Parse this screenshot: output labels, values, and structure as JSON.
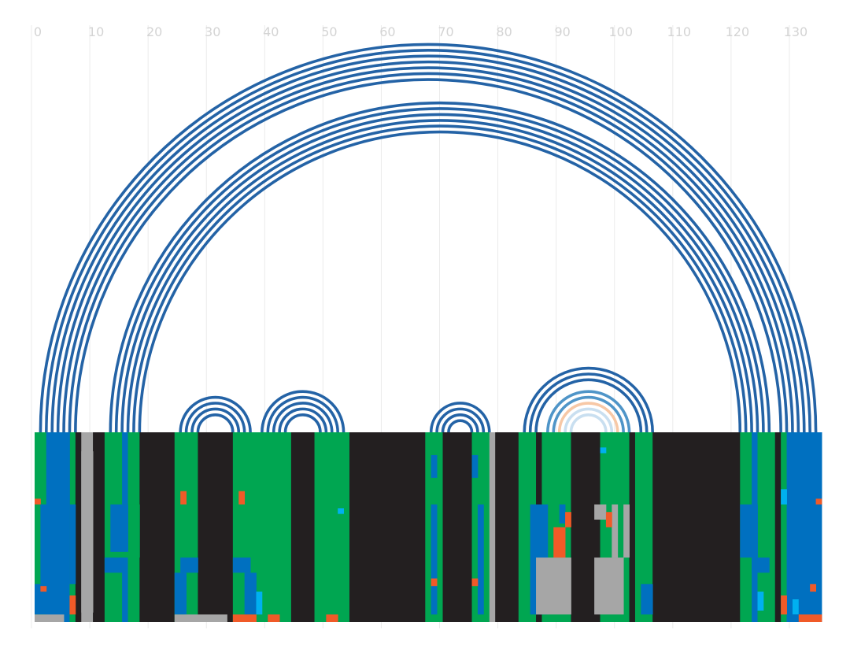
{
  "chart_data": {
    "type": "arc-diagram",
    "title": "",
    "xlabel": "",
    "ylabel": "",
    "x_range": [
      0,
      135
    ],
    "ticks": [
      0,
      10,
      20,
      30,
      40,
      50,
      60,
      70,
      80,
      90,
      100,
      110,
      120,
      130
    ],
    "tick_labels": [
      "0",
      "10",
      "20",
      "30",
      "40",
      "50",
      "60",
      "70",
      "80",
      "90",
      "100",
      "110",
      "120",
      "130"
    ],
    "grid": true,
    "colors": {
      "ruler_text": "#d4d4d4",
      "grid": "#ebebeb",
      "arc_strong": "#2463a6",
      "arc_medium": "#4f95c8",
      "arc_light": "#c9dff0",
      "arc_orange": "#f7c8a6",
      "track_green": "#00a651",
      "track_black": "#231f20",
      "track_blue": "#0070c0",
      "track_gray": "#a6a6a6",
      "track_orange": "#f05a28",
      "track_cyan": "#00b0f0"
    },
    "arc_groups": [
      {
        "start": 1,
        "end": 134,
        "count": 7,
        "color": "arc_strong"
      },
      {
        "start": 13,
        "end": 126,
        "count": 6,
        "color": "arc_strong"
      },
      {
        "start": 25,
        "end": 37,
        "count": 4,
        "color": "arc_strong"
      },
      {
        "start": 39,
        "end": 53,
        "count": 5,
        "color": "arc_strong"
      },
      {
        "start": 68,
        "end": 78,
        "count": 4,
        "color": "arc_strong"
      },
      {
        "start": 84,
        "end": 106,
        "count": 3,
        "color": "arc_strong"
      },
      {
        "start": 88,
        "end": 102,
        "count": 1,
        "color": "arc_medium"
      },
      {
        "start": 89,
        "end": 101,
        "count": 1,
        "color": "arc_medium"
      },
      {
        "start": 90,
        "end": 100,
        "count": 1,
        "color": "arc_orange"
      },
      {
        "start": 91,
        "end": 99,
        "count": 1,
        "color": "arc_light"
      },
      {
        "start": 92,
        "end": 98,
        "count": 1,
        "color": "arc_light"
      }
    ],
    "track": {
      "columns": [
        {
          "from": 0,
          "to": 2,
          "color": "track_green"
        },
        {
          "from": 2,
          "to": 6,
          "color": "track_blue"
        },
        {
          "from": 6,
          "to": 7,
          "color": "track_green"
        },
        {
          "from": 7,
          "to": 8,
          "color": "track_black"
        },
        {
          "from": 8,
          "to": 10,
          "color": "track_gray"
        },
        {
          "from": 10,
          "to": 12,
          "color": "track_black"
        },
        {
          "from": 12,
          "to": 15,
          "color": "track_green"
        },
        {
          "from": 15,
          "to": 16,
          "color": "track_blue"
        },
        {
          "from": 16,
          "to": 18,
          "color": "track_green"
        },
        {
          "from": 18,
          "to": 24,
          "color": "track_black"
        },
        {
          "from": 24,
          "to": 28,
          "color": "track_green"
        },
        {
          "from": 28,
          "to": 34,
          "color": "track_black"
        },
        {
          "from": 34,
          "to": 44,
          "color": "track_green"
        },
        {
          "from": 44,
          "to": 48,
          "color": "track_black"
        },
        {
          "from": 48,
          "to": 54,
          "color": "track_green"
        },
        {
          "from": 54,
          "to": 67,
          "color": "track_black"
        },
        {
          "from": 67,
          "to": 70,
          "color": "track_green"
        },
        {
          "from": 70,
          "to": 75,
          "color": "track_black"
        },
        {
          "from": 75,
          "to": 78,
          "color": "track_green"
        },
        {
          "from": 78,
          "to": 79,
          "color": "track_gray"
        },
        {
          "from": 79,
          "to": 83,
          "color": "track_black"
        },
        {
          "from": 83,
          "to": 86,
          "color": "track_green"
        },
        {
          "from": 86,
          "to": 87,
          "color": "track_black"
        },
        {
          "from": 87,
          "to": 92,
          "color": "track_green"
        },
        {
          "from": 92,
          "to": 97,
          "color": "track_black"
        },
        {
          "from": 97,
          "to": 102,
          "color": "track_green"
        },
        {
          "from": 102,
          "to": 103,
          "color": "track_black"
        },
        {
          "from": 103,
          "to": 106,
          "color": "track_green"
        },
        {
          "from": 106,
          "to": 121,
          "color": "track_black"
        },
        {
          "from": 121,
          "to": 123,
          "color": "track_green"
        },
        {
          "from": 123,
          "to": 124,
          "color": "track_blue"
        },
        {
          "from": 124,
          "to": 127,
          "color": "track_green"
        },
        {
          "from": 127,
          "to": 128,
          "color": "track_black"
        },
        {
          "from": 128,
          "to": 129,
          "color": "track_green"
        },
        {
          "from": 129,
          "to": 131,
          "color": "track_blue"
        },
        {
          "from": 131,
          "to": 135,
          "color": "track_blue"
        }
      ],
      "patches": [
        {
          "x": 2,
          "w": 4,
          "y": 0.0,
          "h": 0.38,
          "color": "track_blue"
        },
        {
          "x": 131,
          "w": 4,
          "y": 0.0,
          "h": 0.38,
          "color": "track_blue"
        },
        {
          "x": 0,
          "w": 1,
          "y": 0.35,
          "h": 0.03,
          "color": "track_orange"
        },
        {
          "x": 134,
          "w": 1,
          "y": 0.35,
          "h": 0.03,
          "color": "track_orange"
        },
        {
          "x": 1,
          "w": 1,
          "y": 0.38,
          "h": 0.42,
          "color": "track_blue"
        },
        {
          "x": 6,
          "w": 1,
          "y": 0.38,
          "h": 0.42,
          "color": "track_blue"
        },
        {
          "x": 13,
          "w": 5,
          "y": 0.38,
          "h": 0.28,
          "color": "track_green"
        },
        {
          "x": 13,
          "w": 3,
          "y": 0.38,
          "h": 0.25,
          "color": "track_blue"
        },
        {
          "x": 12,
          "w": 3,
          "y": 0.66,
          "h": 0.08,
          "color": "track_blue"
        },
        {
          "x": 0,
          "w": 2,
          "y": 0.8,
          "h": 0.16,
          "color": "track_blue"
        },
        {
          "x": 1,
          "w": 1,
          "y": 0.81,
          "h": 0.03,
          "color": "track_orange"
        },
        {
          "x": 6,
          "w": 1,
          "y": 0.86,
          "h": 0.1,
          "color": "track_orange"
        },
        {
          "x": 0,
          "w": 5,
          "y": 0.96,
          "h": 0.04,
          "color": "track_gray"
        },
        {
          "x": 8,
          "w": 2,
          "y": 0.1,
          "h": 0.85,
          "color": "track_gray"
        },
        {
          "x": 25,
          "w": 1,
          "y": 0.31,
          "h": 0.07,
          "color": "track_orange"
        },
        {
          "x": 35,
          "w": 1,
          "y": 0.31,
          "h": 0.07,
          "color": "track_orange"
        },
        {
          "x": 25,
          "w": 3,
          "y": 0.66,
          "h": 0.08,
          "color": "track_blue"
        },
        {
          "x": 24,
          "w": 2,
          "y": 0.74,
          "h": 0.22,
          "color": "track_blue"
        },
        {
          "x": 34,
          "w": 3,
          "y": 0.66,
          "h": 0.08,
          "color": "track_blue"
        },
        {
          "x": 36,
          "w": 2,
          "y": 0.74,
          "h": 0.22,
          "color": "track_blue"
        },
        {
          "x": 38,
          "w": 1,
          "y": 0.84,
          "h": 0.12,
          "color": "track_cyan"
        },
        {
          "x": 24,
          "w": 9,
          "y": 0.96,
          "h": 0.04,
          "color": "track_gray"
        },
        {
          "x": 34,
          "w": 4,
          "y": 0.96,
          "h": 0.04,
          "color": "track_orange"
        },
        {
          "x": 40,
          "w": 2,
          "y": 0.96,
          "h": 0.04,
          "color": "track_orange"
        },
        {
          "x": 50,
          "w": 2,
          "y": 0.96,
          "h": 0.04,
          "color": "track_orange"
        },
        {
          "x": 52,
          "w": 1,
          "y": 0.4,
          "h": 0.03,
          "color": "track_cyan"
        },
        {
          "x": 68,
          "w": 1,
          "y": 0.12,
          "h": 0.12,
          "color": "track_blue"
        },
        {
          "x": 75,
          "w": 1,
          "y": 0.12,
          "h": 0.12,
          "color": "track_blue"
        },
        {
          "x": 68,
          "w": 1,
          "y": 0.38,
          "h": 0.58,
          "color": "track_blue"
        },
        {
          "x": 76,
          "w": 1,
          "y": 0.38,
          "h": 0.58,
          "color": "track_blue"
        },
        {
          "x": 68,
          "w": 1,
          "y": 0.77,
          "h": 0.04,
          "color": "track_orange"
        },
        {
          "x": 75,
          "w": 1,
          "y": 0.77,
          "h": 0.04,
          "color": "track_orange"
        },
        {
          "x": 85,
          "w": 3,
          "y": 0.38,
          "h": 0.58,
          "color": "track_blue"
        },
        {
          "x": 86,
          "w": 2,
          "y": 0.66,
          "h": 0.3,
          "color": "track_gray"
        },
        {
          "x": 88,
          "w": 4,
          "y": 0.66,
          "h": 0.3,
          "color": "track_gray"
        },
        {
          "x": 89,
          "w": 2,
          "y": 0.5,
          "h": 0.16,
          "color": "track_orange"
        },
        {
          "x": 90,
          "w": 1,
          "y": 0.38,
          "h": 0.1,
          "color": "track_blue"
        },
        {
          "x": 91,
          "w": 1,
          "y": 0.42,
          "h": 0.08,
          "color": "track_orange"
        },
        {
          "x": 97,
          "w": 1,
          "y": 0.08,
          "h": 0.03,
          "color": "track_cyan"
        },
        {
          "x": 96,
          "w": 2,
          "y": 0.38,
          "h": 0.08,
          "color": "track_gray"
        },
        {
          "x": 96,
          "w": 5,
          "y": 0.66,
          "h": 0.3,
          "color": "track_gray"
        },
        {
          "x": 99,
          "w": 1,
          "y": 0.38,
          "h": 0.28,
          "color": "track_gray"
        },
        {
          "x": 98,
          "w": 1,
          "y": 0.42,
          "h": 0.08,
          "color": "track_orange"
        },
        {
          "x": 101,
          "w": 1,
          "y": 0.38,
          "h": 0.28,
          "color": "track_gray"
        },
        {
          "x": 104,
          "w": 2,
          "y": 0.8,
          "h": 0.16,
          "color": "track_blue"
        },
        {
          "x": 121,
          "w": 3,
          "y": 0.38,
          "h": 0.28,
          "color": "track_blue"
        },
        {
          "x": 123,
          "w": 3,
          "y": 0.66,
          "h": 0.08,
          "color": "track_blue"
        },
        {
          "x": 124,
          "w": 1,
          "y": 0.84,
          "h": 0.1,
          "color": "track_cyan"
        },
        {
          "x": 128,
          "w": 1,
          "y": 0.3,
          "h": 0.08,
          "color": "track_cyan"
        },
        {
          "x": 128,
          "w": 1,
          "y": 0.86,
          "h": 0.1,
          "color": "track_orange"
        },
        {
          "x": 130,
          "w": 1,
          "y": 0.88,
          "h": 0.08,
          "color": "track_cyan"
        },
        {
          "x": 133,
          "w": 1,
          "y": 0.8,
          "h": 0.04,
          "color": "track_orange"
        },
        {
          "x": 131,
          "w": 4,
          "y": 0.96,
          "h": 0.04,
          "color": "track_orange"
        },
        {
          "x": 129,
          "w": 2,
          "y": 0.96,
          "h": 0.04,
          "color": "track_blue"
        }
      ]
    }
  }
}
